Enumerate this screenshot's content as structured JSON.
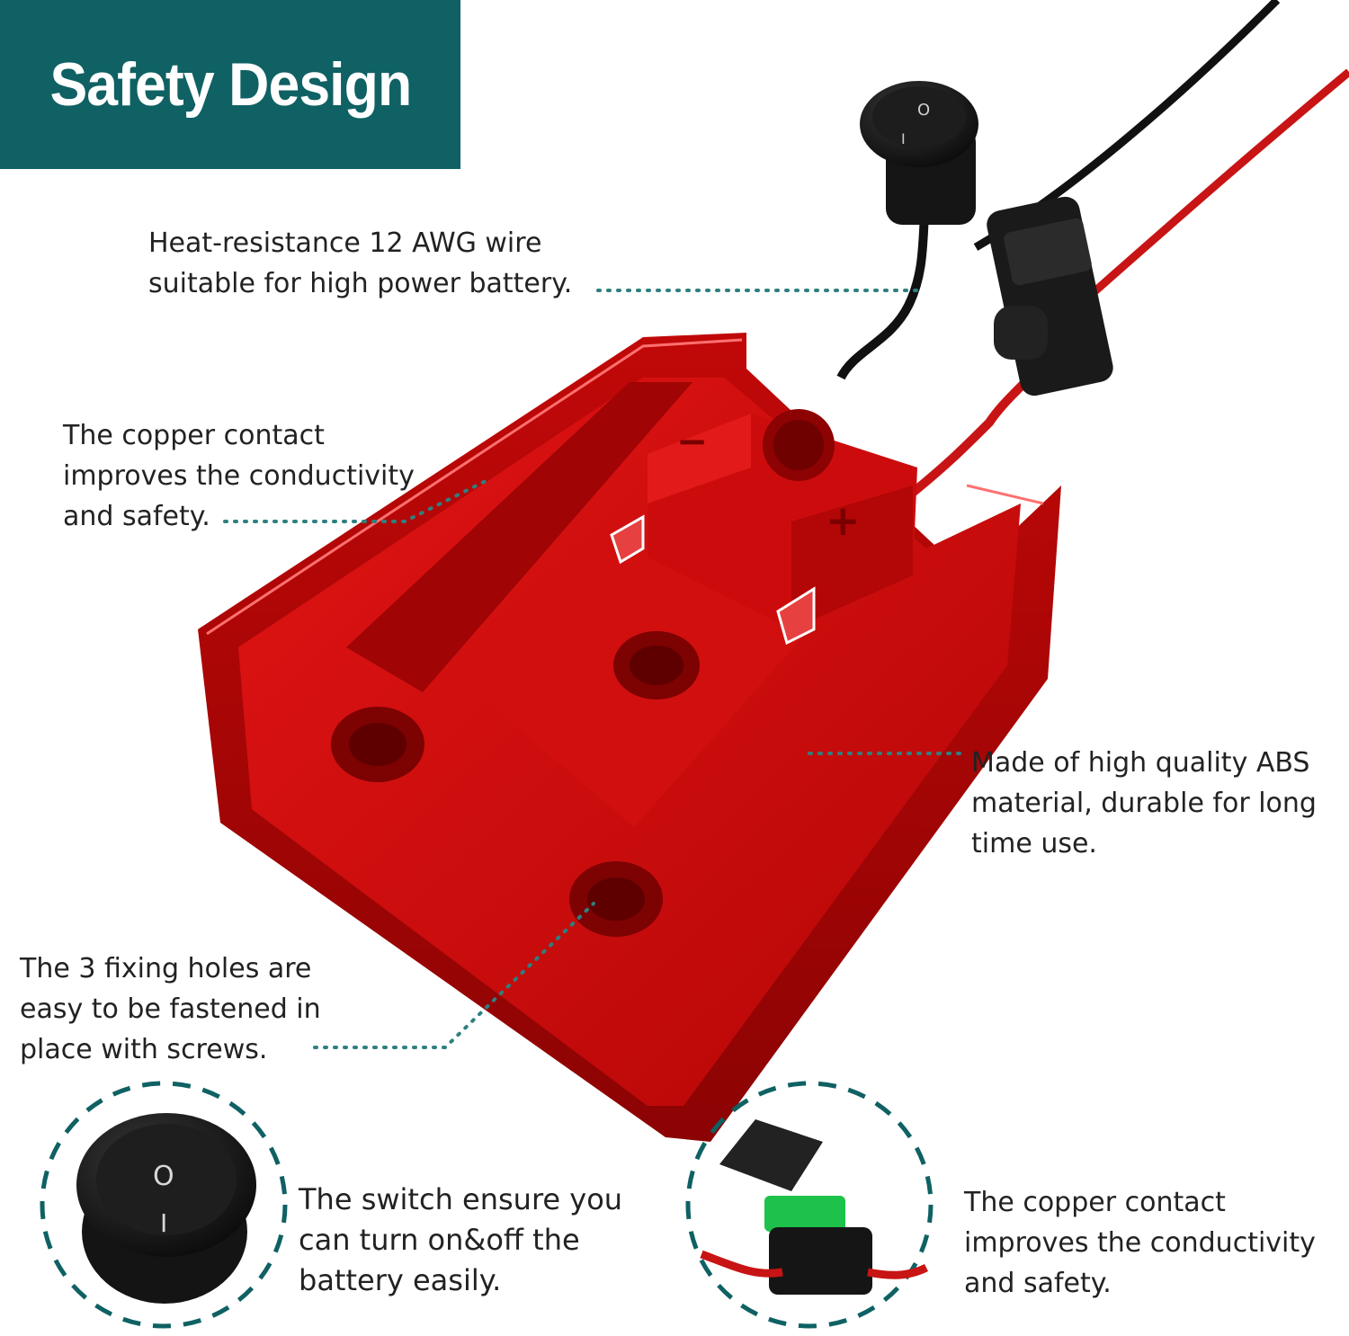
{
  "header": {
    "title": "Safety Design"
  },
  "callouts": {
    "wire": [
      "Heat-resistance 12 AWG wire",
      "suitable for high power battery."
    ],
    "contact_top": [
      "The copper contact",
      "improves the conductivity",
      "and safety."
    ],
    "abs": [
      "Made of high quality ABS",
      "material, durable for long",
      "time use."
    ],
    "holes": [
      "The 3 fixing holes are",
      "easy to be fastened in",
      "place with screws."
    ],
    "switch": [
      "The switch ensure you",
      "can turn on&off the",
      "battery easily."
    ],
    "contact_bottom": [
      "The copper contact",
      "improves the conductivity",
      "and safety."
    ]
  },
  "product": {
    "switch_markings": [
      "O",
      "I"
    ],
    "terminal_markings": [
      "−",
      "+"
    ],
    "icons": [
      "rocker-switch-icon",
      "fuse-holder-icon",
      "battery-mount-icon"
    ]
  },
  "colors": {
    "banner": "#0f6163",
    "mount": "#c40a0a",
    "wire_red": "#d01818",
    "wire_black": "#111111",
    "dotted": "#2f7f80",
    "fuse": "#1ec24a"
  }
}
